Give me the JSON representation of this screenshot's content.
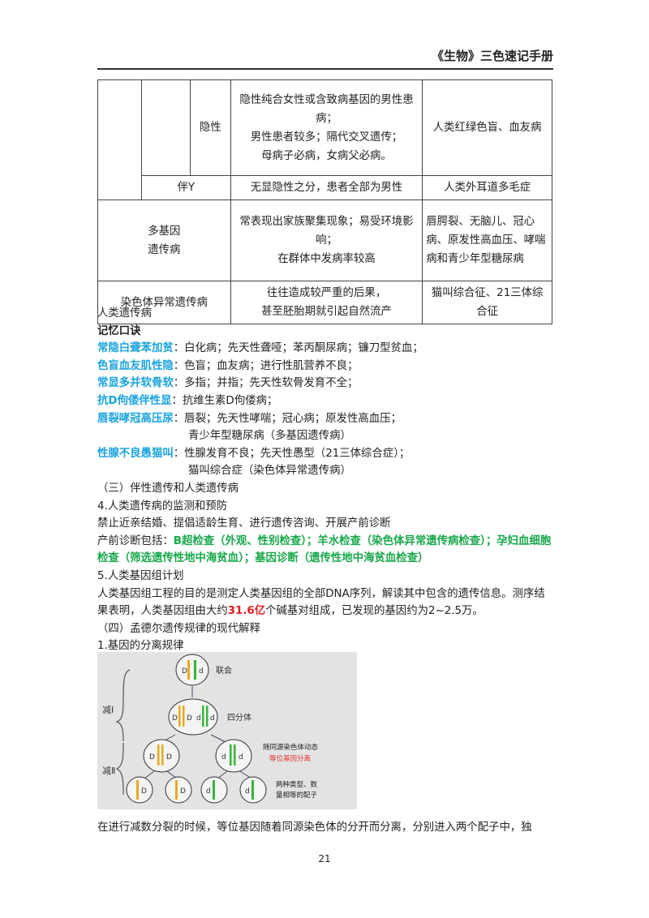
{
  "header": {
    "title": "《生物》三色速记手册"
  },
  "table": {
    "recessive": {
      "label": "隐性",
      "lines": [
        "隐性纯合女性或含致病基因的男性患病；",
        "男性患者较多；隔代交叉遗传；",
        "母病子必病，女病父必病。"
      ],
      "example": "人类红绿色盲、血友病"
    },
    "y": {
      "label": "伴Y",
      "feature": "无显隐性之分，患者全部为男性",
      "example": "人类外耳道多毛症"
    },
    "poly": {
      "label_lines": [
        "多基因",
        "遗传病"
      ],
      "lines": [
        "常表现出家族聚集现象；易受环境影响；",
        "在群体中发病率较高"
      ],
      "example": "唇腭裂、无脑儿、冠心病、原发性高血压、哮喘病和青少年型糖尿病"
    },
    "chrom": {
      "label": "染色体异常遗传病",
      "lines": [
        "往往造成较严重的后果，",
        "甚至胚胎期就引起自然流产"
      ],
      "example": "猫叫综合征、21三体综合征"
    }
  },
  "content": {
    "line1": "人类遗传病",
    "mnemonic_title": "记忆口诀",
    "m": [
      {
        "key": "常隐白聋苯加贫",
        "text": "：白化病；先天性聋哑；苯丙酮尿病；镰刀型贫血；"
      },
      {
        "key": "色盲血友肌性隐",
        "text": "：色盲；血友病；进行性肌营养不良；"
      },
      {
        "key": "常显多并软骨软",
        "text": "：多指；并指；先天性软骨发育不全；"
      },
      {
        "key": "抗D佝偻伴性显",
        "text": "：抗维生素D佝偻病；"
      },
      {
        "key": "唇裂哮冠高压尿",
        "text": "：唇裂；先天性哮喘；冠心病；原发性高血压；",
        "cont": "青少年型糖尿病（多基因遗传病）"
      },
      {
        "key": "性腺不良愚猫叫",
        "text": "：性腺发育不良；先天性愚型（21三体综合症）；",
        "cont": "猫叫综合症（染色体异常遗传病）"
      }
    ],
    "s3": "（三）伴性遗传和人类遗传病",
    "s4": "4.人类遗传病的监测和预防",
    "s4_text": "禁止近亲结婚、提倡适龄生育、进行遗传咨询、开展产前诊断",
    "prenatal_prefix": "产前诊断包括：",
    "prenatal_green": "B超检查（外观、性别检查）；羊水检查（染色体异常遗传病检查）；孕妇血细胞检查（筛选遗传性地中海贫血）；基因诊断（遗传性地中海贫血检查）",
    "s5": "5.人类基因组计划",
    "s5_a": "人类基因组工程的目的是测定人类基因组的全部DNA序列，解读其中包含的遗传信息。测序结果表明，人类基因组由大约",
    "s5_red": "31.6亿",
    "s5_b": "个碱基对组成，已发现的基因约为2~2.5万。",
    "s6": "（四）孟德尔遗传规律的现代解释",
    "s7": "1.基因的分离规律"
  },
  "diagram": {
    "label_meiosis1": "减Ⅰ",
    "label_meiosis2": "减Ⅱ",
    "label_synapsis": "联会",
    "label_tetrad": "四分体",
    "note1": "随同源染色体动态",
    "note2": "等位基因分离",
    "note3": "两种类型、数",
    "note4": "量相等的配子",
    "gene_D": "D",
    "gene_d": "d",
    "colors": {
      "yellow": "#e8a91e",
      "green": "#36b53a",
      "bg": "#e3e3e3",
      "cell": "#f4f4f4",
      "note_red": "#e0322e"
    }
  },
  "after_text": "在进行减数分裂的时候，等位基因随着同源染色体的分开而分离，分别进入两个配子中，独",
  "page_number": "21"
}
